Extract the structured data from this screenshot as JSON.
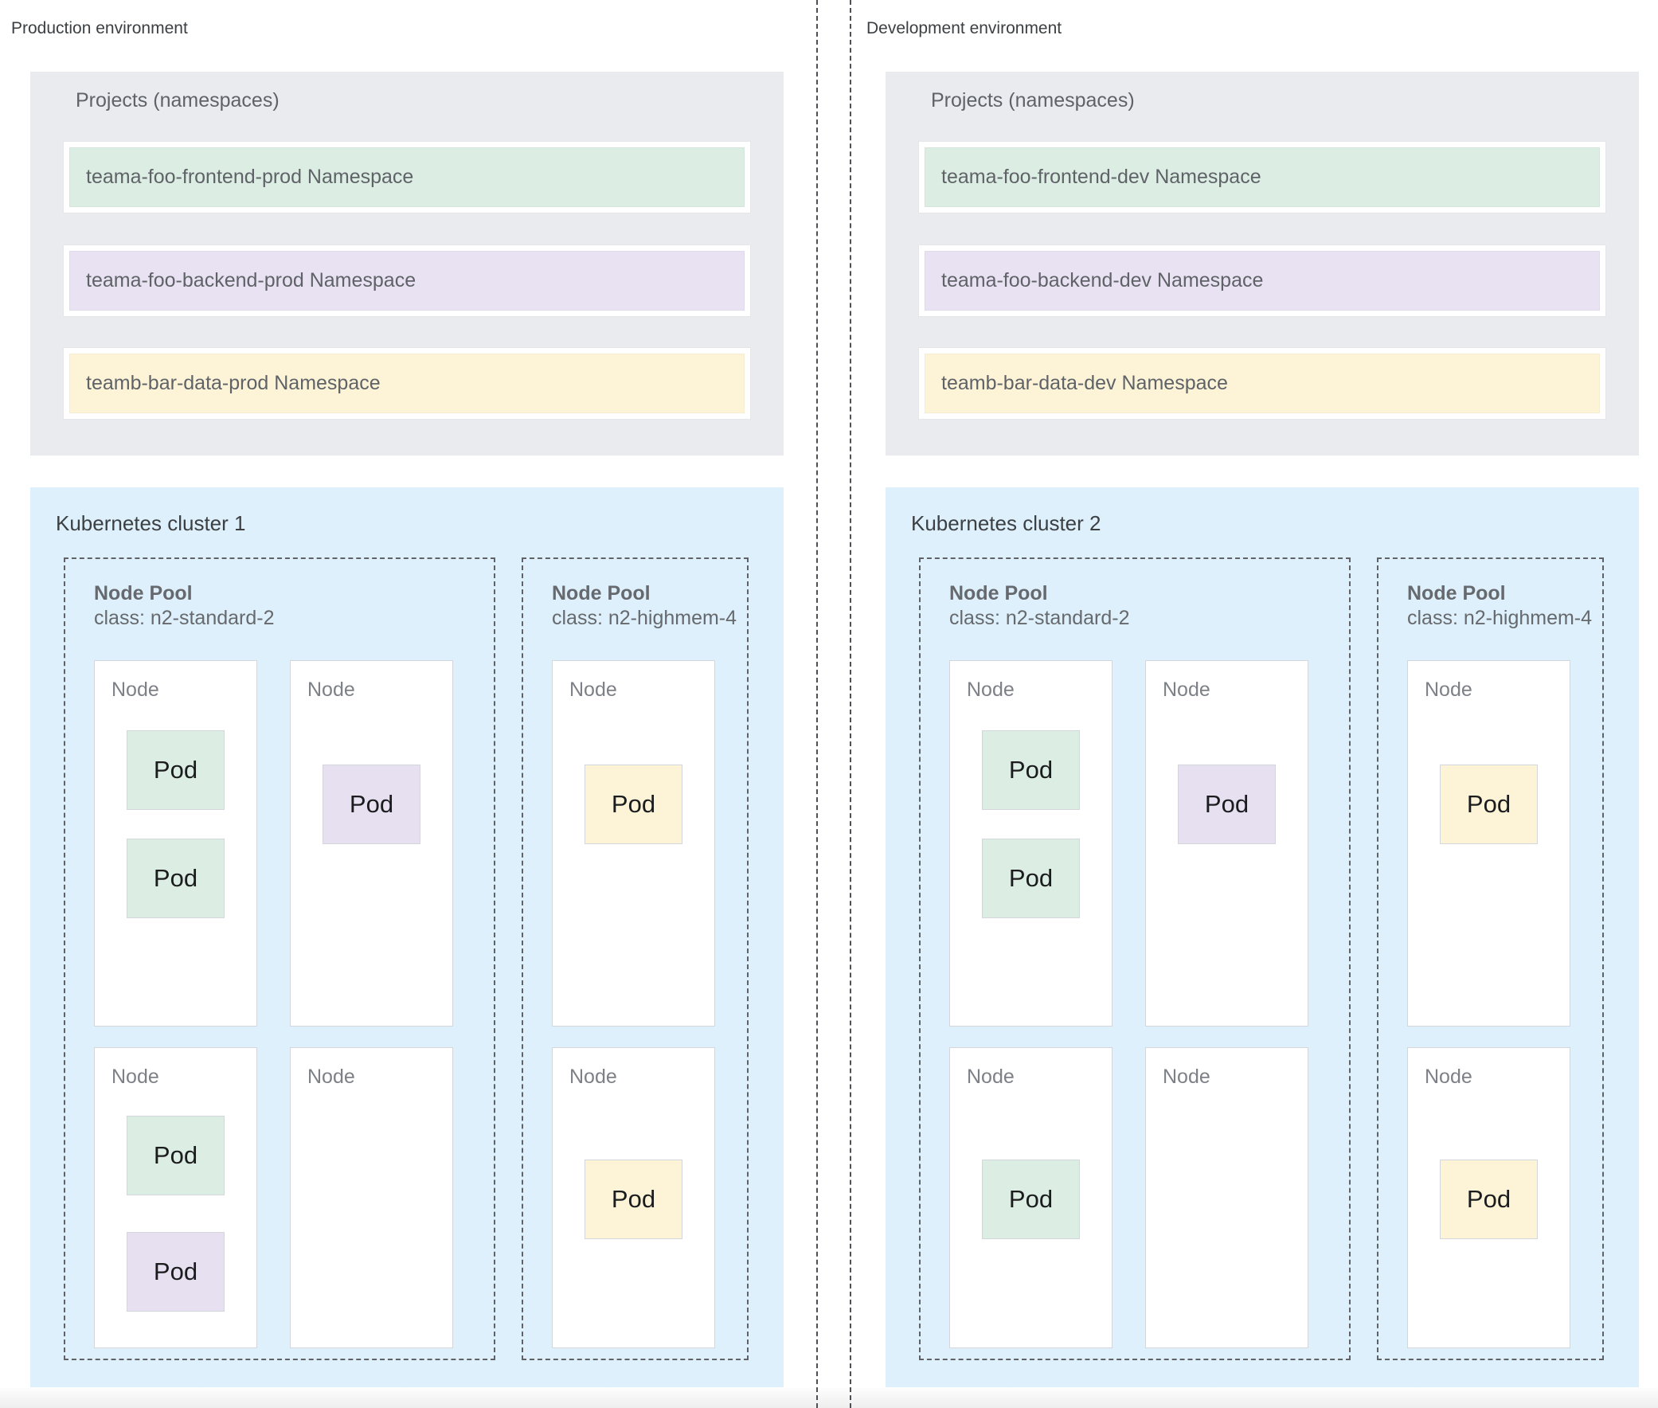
{
  "colors": {
    "panel_gray": "#e9ebee",
    "panel_blue": "#def0fb",
    "namespace_green": "#dcede3",
    "namespace_purple": "#e9e2f2",
    "namespace_yellow": "#fdf4d8",
    "pod_green": "#dcede3",
    "pod_purple": "#e7e0f1",
    "pod_yellow": "#fdf4d8",
    "node_border": "#d3d6da",
    "dashed_border": "#5f6368",
    "divider_line": "#4d5054",
    "title_text": "#3c4043",
    "label_text": "#5f6368",
    "node_label_text": "#7d8086",
    "pod_text": "#1b1c1e"
  },
  "environments": [
    {
      "title": "Production environment",
      "projects_label": "Projects (namespaces)",
      "namespaces": [
        {
          "label": "teama-foo-frontend-prod Namespace",
          "color": "green"
        },
        {
          "label": "teama-foo-backend-prod Namespace",
          "color": "purple"
        },
        {
          "label": "teamb-bar-data-prod Namespace",
          "color": "yellow"
        }
      ],
      "cluster": {
        "title": "Kubernetes cluster 1",
        "node_pools": [
          {
            "title": "Node Pool",
            "class_label": "class: n2-standard-2",
            "nodes": [
              {
                "label": "Node",
                "pods": [
                  {
                    "label": "Pod",
                    "color": "green"
                  },
                  {
                    "label": "Pod",
                    "color": "green"
                  }
                ]
              },
              {
                "label": "Node",
                "pods": [
                  {
                    "label": "Pod",
                    "color": "purple"
                  }
                ]
              },
              {
                "label": "Node",
                "pods": [
                  {
                    "label": "Pod",
                    "color": "green"
                  },
                  {
                    "label": "Pod",
                    "color": "purple"
                  }
                ]
              },
              {
                "label": "Node",
                "pods": []
              }
            ]
          },
          {
            "title": "Node Pool",
            "class_label": "class: n2-highmem-4",
            "nodes": [
              {
                "label": "Node",
                "pods": [
                  {
                    "label": "Pod",
                    "color": "yellow"
                  }
                ]
              },
              {
                "label": "Node",
                "pods": [
                  {
                    "label": "Pod",
                    "color": "yellow"
                  }
                ]
              }
            ]
          }
        ]
      }
    },
    {
      "title": "Development environment",
      "projects_label": "Projects (namespaces)",
      "namespaces": [
        {
          "label": "teama-foo-frontend-dev Namespace",
          "color": "green"
        },
        {
          "label": "teama-foo-backend-dev Namespace",
          "color": "purple"
        },
        {
          "label": "teamb-bar-data-dev Namespace",
          "color": "yellow"
        }
      ],
      "cluster": {
        "title": "Kubernetes cluster 2",
        "node_pools": [
          {
            "title": "Node Pool",
            "class_label": "class: n2-standard-2",
            "nodes": [
              {
                "label": "Node",
                "pods": [
                  {
                    "label": "Pod",
                    "color": "green"
                  },
                  {
                    "label": "Pod",
                    "color": "green"
                  }
                ]
              },
              {
                "label": "Node",
                "pods": [
                  {
                    "label": "Pod",
                    "color": "purple"
                  }
                ]
              },
              {
                "label": "Node",
                "pods": [
                  {
                    "label": "Pod",
                    "color": "green"
                  }
                ]
              },
              {
                "label": "Node",
                "pods": []
              }
            ]
          },
          {
            "title": "Node Pool",
            "class_label": "class: n2-highmem-4",
            "nodes": [
              {
                "label": "Node",
                "pods": [
                  {
                    "label": "Pod",
                    "color": "yellow"
                  }
                ]
              },
              {
                "label": "Node",
                "pods": [
                  {
                    "label": "Pod",
                    "color": "yellow"
                  }
                ]
              }
            ]
          }
        ]
      }
    }
  ]
}
